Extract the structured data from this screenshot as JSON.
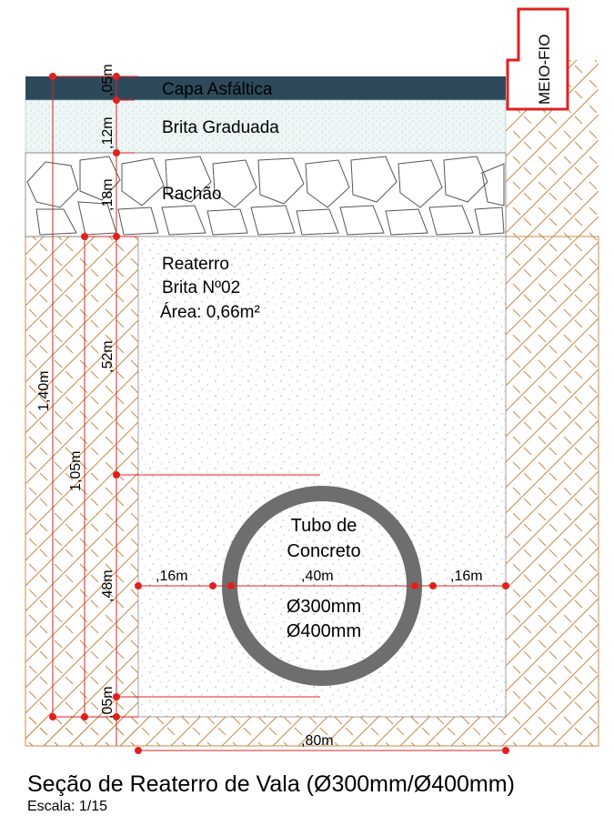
{
  "layers": {
    "asphalt": "Capa Asfáltica",
    "graded_stone": "Brita Graduada",
    "rock": "Rachão",
    "backfill_line1": "Reaterro",
    "backfill_line2": "Brita Nº02",
    "backfill_area": "Área: 0,66m²"
  },
  "curb": "MEIO-FIO",
  "pipe": {
    "line1": "Tubo de",
    "line2": "Concreto",
    "dia1": "Ø300mm",
    "dia2": "Ø400mm"
  },
  "dimensions": {
    "asphalt_thickness": ",05m",
    "graded_thickness": ",12m",
    "rock_thickness": ",18m",
    "total_depth": "1,40m",
    "backfill_depth": "1,05m",
    "above_pipe": ",52m",
    "pipe_zone": ",48m",
    "bedding": ",05m",
    "left_clearance": ",16m",
    "pipe_width": ",40m",
    "right_clearance": ",16m",
    "trench_width": ",80m"
  },
  "caption": {
    "title": "Seção de Reaterro de Vala (Ø300mm/Ø400mm)",
    "scale": "Escala: 1/15"
  },
  "colors": {
    "asphalt": "#2e4a5a",
    "soil_hatch": "#c8894a",
    "dimension_red": "#e02020",
    "curb_outline": "#e02020",
    "pipe_wall": "#6e6e6e"
  }
}
